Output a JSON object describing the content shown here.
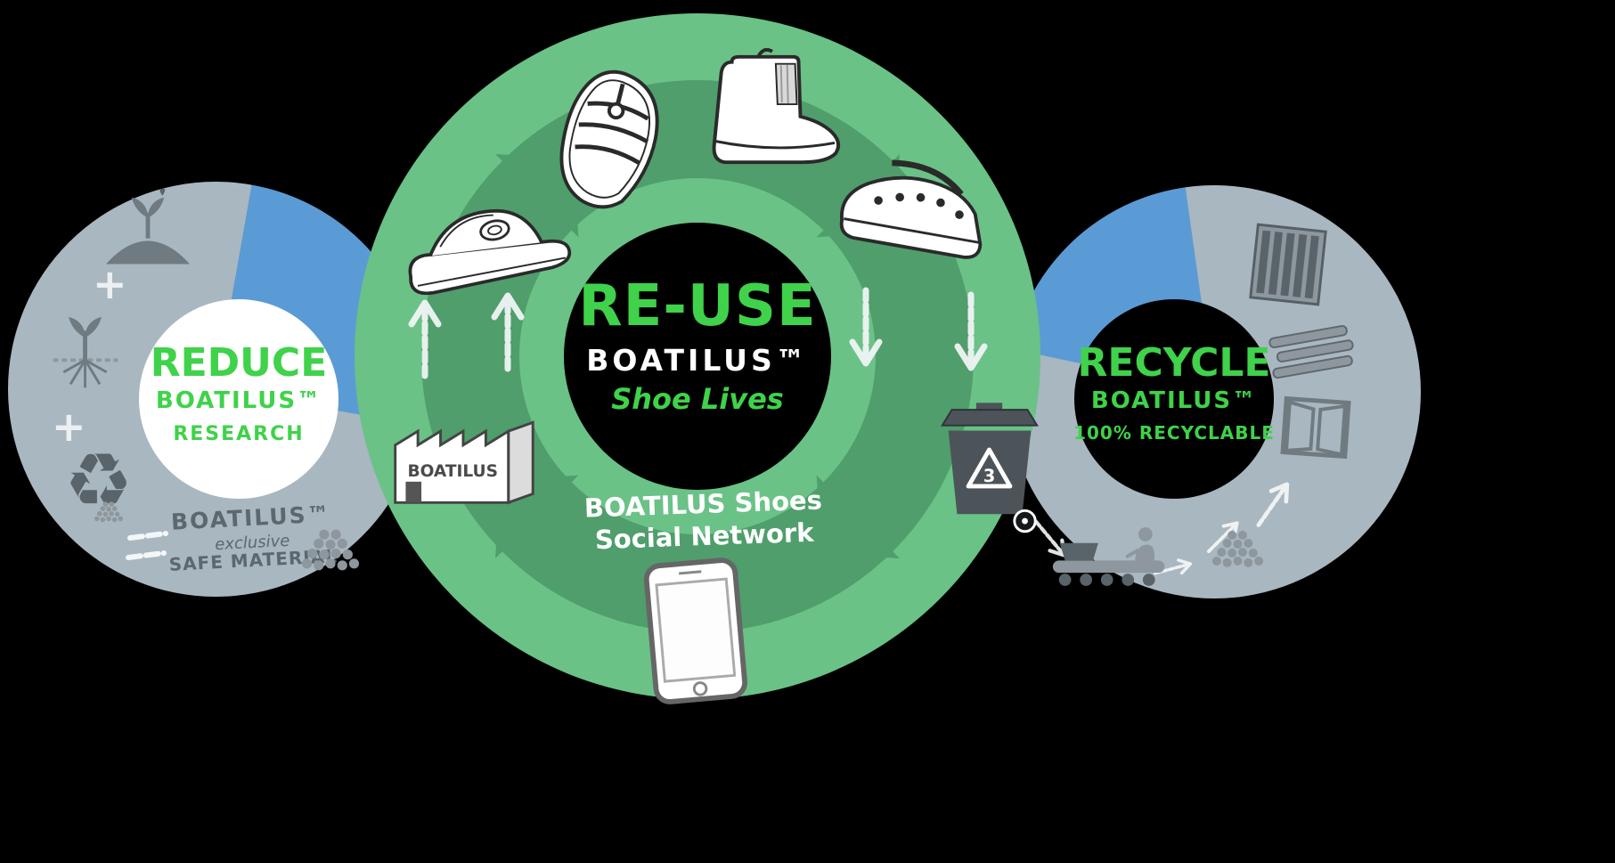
{
  "colors": {
    "accent_green": "#3fd24a",
    "ring_green": "#6ac287",
    "band_green": "#4f9e6c",
    "ring_gray": "#a9b7c0",
    "arc_blue": "#5b9bd5",
    "icon_gray": "#6f7a81",
    "icon_gray_light": "#8d979d",
    "icon_gray_dark": "#59636a",
    "bin_gray": "#4c545a",
    "chalk_white": "#f4f7f8",
    "material_text_gray": "#5d676e"
  },
  "left_circle": {
    "title": "REDUCE",
    "brand": "BOATILUS™",
    "subtitle": "RESEARCH",
    "material": {
      "brand": "BOATILUS™",
      "line1": "exclusive",
      "line2": "SAFE MATERIAL"
    }
  },
  "center_circle": {
    "title": "RE-USE",
    "brand": "BOATILUS™",
    "subtitle": "Shoe Lives",
    "social_line1": "BOATILUS Shoes",
    "social_line2": "Social Network",
    "factory_label": "BOATILUS",
    "bin_recycle_number": "3"
  },
  "right_circle": {
    "title": "RECYCLE",
    "brand": "BOATILUS™",
    "subtitle": "100% RECYCLABLE"
  },
  "glyphs": {
    "recycle_symbol": "♻",
    "plus": "+"
  }
}
